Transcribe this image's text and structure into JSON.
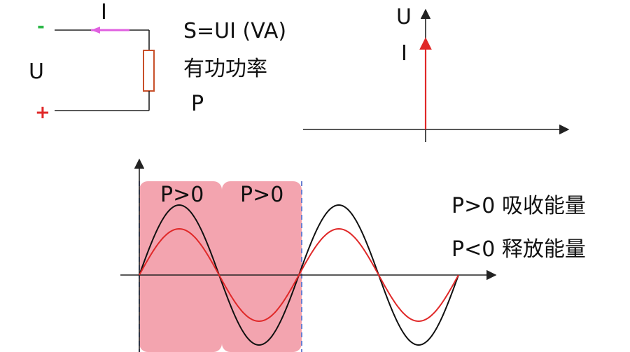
{
  "circuit": {
    "current_label": "I",
    "voltage_label": "U",
    "minus_label": "-",
    "plus_label": "+",
    "colors": {
      "minus": "#2eb84a",
      "plus": "#e02828",
      "current_arrow": "#e060e0",
      "wire": "#222222",
      "resistor": "#c8502a"
    }
  },
  "formula": {
    "apparent_power": "S=UI (VA)",
    "active_power_name": "有功功率",
    "active_power_symbol": "P"
  },
  "phasor": {
    "voltage_label": "U",
    "current_label": "I",
    "colors": {
      "axis": "#222222",
      "current": "#e02828"
    }
  },
  "waveform": {
    "regions": [
      {
        "label": "P>0"
      },
      {
        "label": "P>0"
      }
    ],
    "voltage_amplitude": 1.0,
    "current_amplitude": 0.66,
    "periods": 2,
    "colors": {
      "voltage": "#111111",
      "current": "#e02828",
      "region_fill": "#f08a98",
      "region_edge": "#6a7fd0"
    }
  },
  "legend": {
    "absorb": "P>0 吸收能量",
    "release": "P<0 释放能量"
  }
}
